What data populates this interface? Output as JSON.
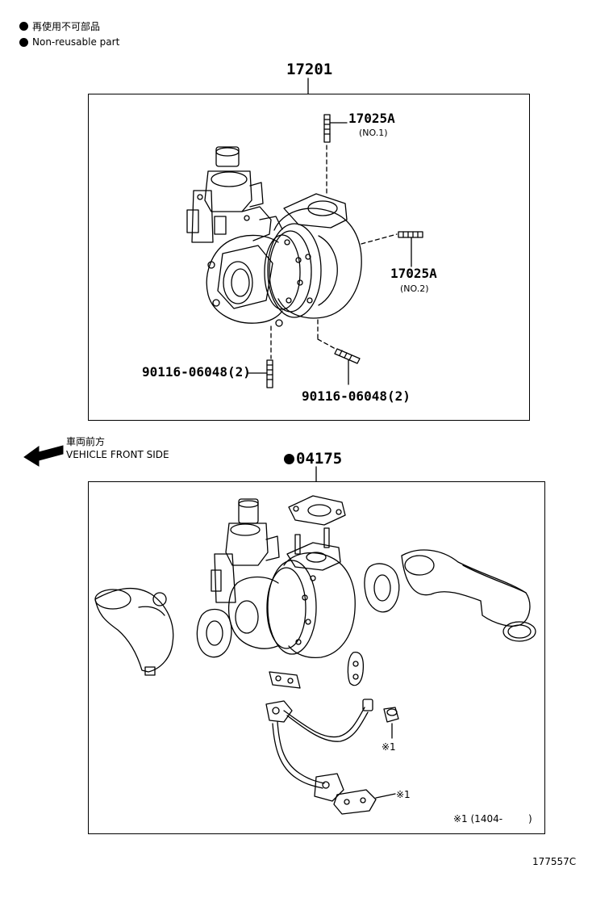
{
  "legend": {
    "jp": "再使用不可部品",
    "en": "Non-reusable part"
  },
  "top_assembly": {
    "part_number": "17201",
    "labels": {
      "stud_no1": "17025A",
      "stud_no1_note": "(NO.1)",
      "stud_no2": "17025A",
      "stud_no2_note": "(NO.2)",
      "stud_left": "90116-06048(2)",
      "stud_right": "90116-06048(2)"
    }
  },
  "direction": {
    "jp": "車両前方",
    "en": "VEHICLE FRONT SIDE",
    "icon": "arrow-left-icon"
  },
  "kit": {
    "part_number": "04175",
    "marker_icon": "filled-circle-icon",
    "note_mark_1": "※1",
    "note_mark_2": "※1",
    "footnote": "※1 (1404-",
    "footnote_close": ")"
  },
  "diagram_id": "177557C"
}
